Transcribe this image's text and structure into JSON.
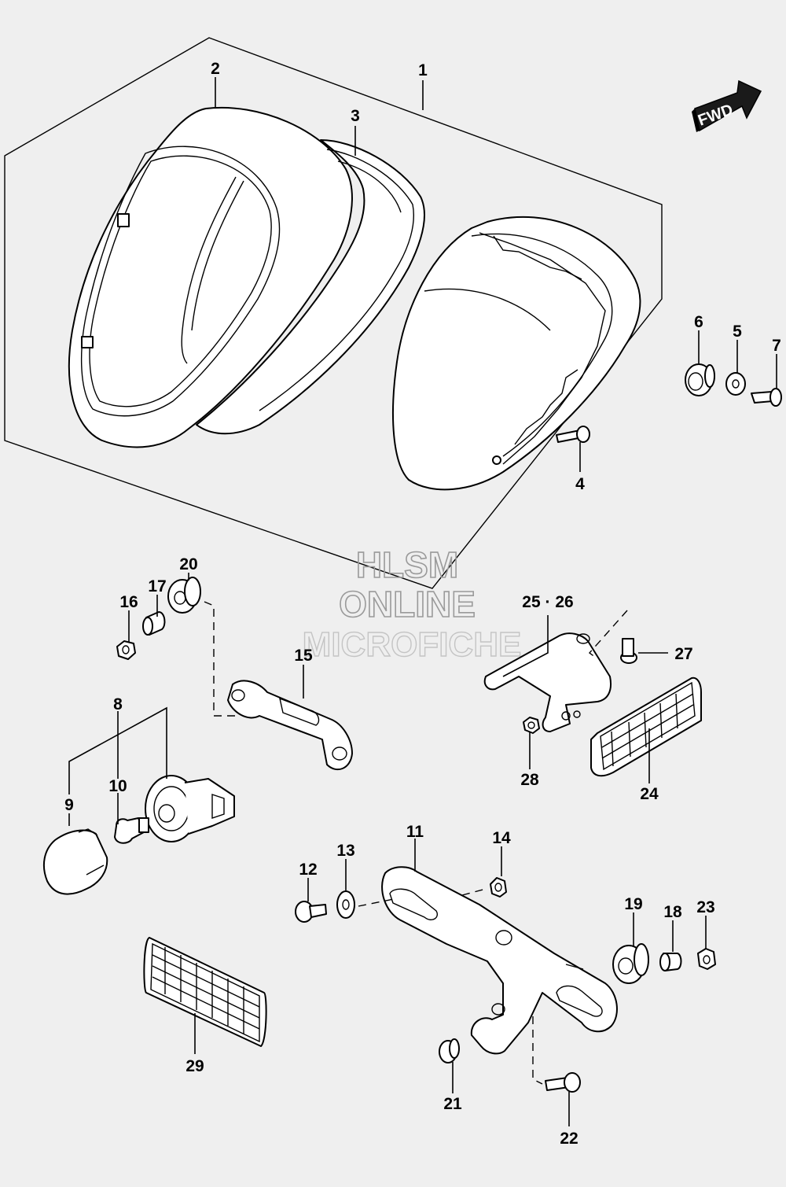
{
  "diagram": {
    "fwd_label": "FWD",
    "watermark": {
      "line1": "HLSM",
      "line2": "ONLINE",
      "line3": "MICROFICHE"
    },
    "callouts": {
      "c1": "1",
      "c2": "2",
      "c3": "3",
      "c4": "4",
      "c5": "5",
      "c6": "6",
      "c7": "7",
      "c8": "8",
      "c9": "9",
      "c10": "10",
      "c11": "11",
      "c12": "12",
      "c13": "13",
      "c14": "14",
      "c15": "15",
      "c16": "16",
      "c17": "17",
      "c18": "18",
      "c19": "19",
      "c20": "20",
      "c21": "21",
      "c22": "22",
      "c23": "23",
      "c24": "24",
      "c25_26": "25 · 26",
      "c27": "27",
      "c28": "28",
      "c29": "29"
    }
  }
}
